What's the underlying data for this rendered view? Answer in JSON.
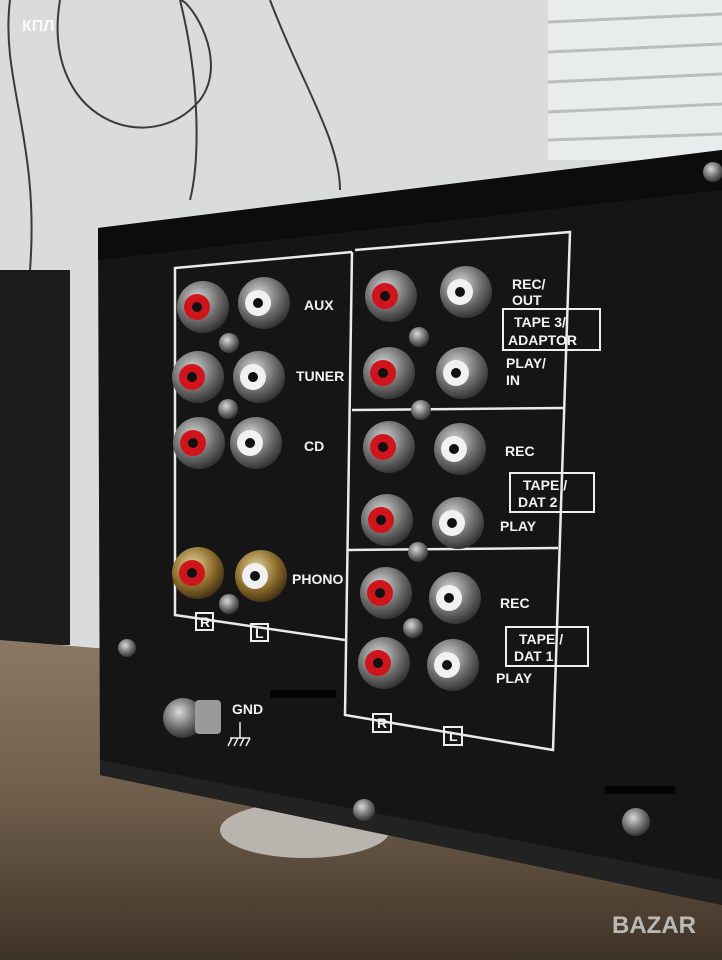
{
  "watermarks": {
    "top_left": "КПЛ",
    "bottom_right": "BAZAR"
  },
  "left_inputs": [
    {
      "label": "AUX"
    },
    {
      "label": "TUNER"
    },
    {
      "label": "CD"
    },
    {
      "label": "PHONO"
    }
  ],
  "left_channels": {
    "r": "R",
    "l": "L"
  },
  "right_inputs": {
    "tape3": {
      "rec": [
        "REC/",
        "OUT"
      ],
      "name": [
        "TAPE 3/",
        "ADAPTOR"
      ],
      "play": [
        "PLAY/",
        "IN"
      ]
    },
    "dat2": {
      "rec": "REC",
      "name": [
        "TAPE /",
        "DAT 2"
      ],
      "play": "PLAY"
    },
    "dat1": {
      "rec": "REC",
      "name": [
        "TAPE /",
        "DAT 1"
      ],
      "play": "PLAY"
    }
  },
  "right_channels": {
    "r": "R",
    "l": "L"
  },
  "ground": {
    "label": "GND"
  },
  "colors": {
    "jack_red": "#d0141c",
    "jack_white": "#f1f1f1",
    "panel": "#141414",
    "wall": "#d9dcda",
    "wood": "#6e5d4b"
  }
}
